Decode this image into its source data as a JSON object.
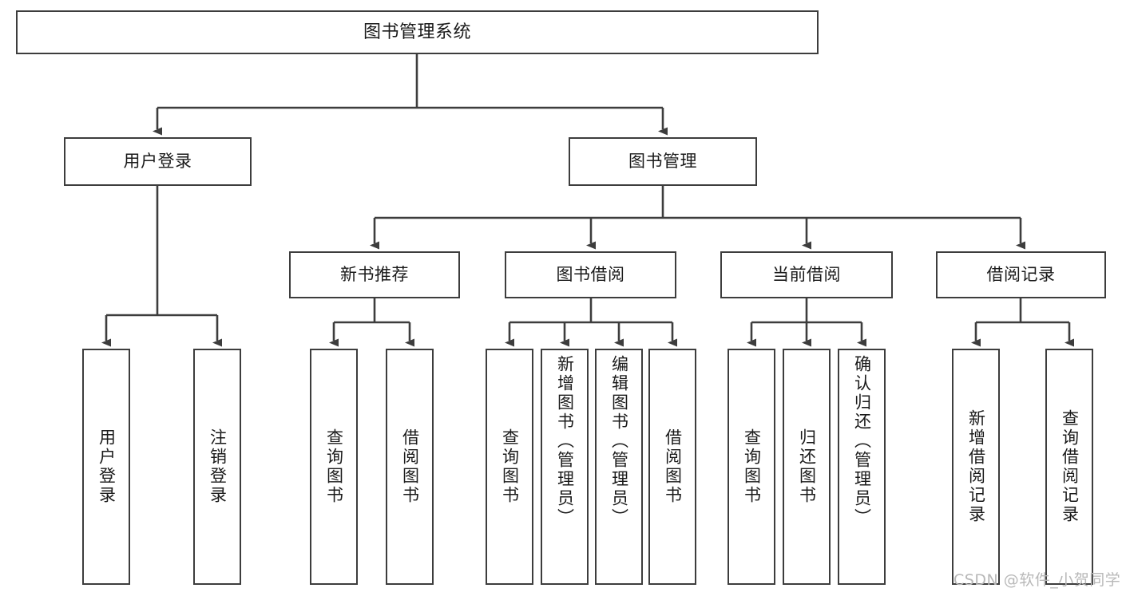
{
  "diagram": {
    "title": "图书管理系统",
    "type": "tree-hierarchy-chart",
    "root": {
      "label": "图书管理系统"
    },
    "level2": [
      {
        "label": "用户登录"
      },
      {
        "label": "图书管理"
      }
    ],
    "level3": [
      {
        "label": "新书推荐"
      },
      {
        "label": "图书借阅"
      },
      {
        "label": "当前借阅"
      },
      {
        "label": "借阅记录"
      }
    ],
    "leaves": {
      "user_login": [
        {
          "label": "用户登录"
        },
        {
          "label": "注销登录"
        }
      ],
      "new_book_recommend": [
        {
          "label": "查询图书"
        },
        {
          "label": "借阅图书"
        }
      ],
      "book_borrow": [
        {
          "label": "查询图书"
        },
        {
          "label": "新增图书（管理员）"
        },
        {
          "label": "编辑图书（管理员）"
        },
        {
          "label": "借阅图书"
        }
      ],
      "current_borrow": [
        {
          "label": "查询图书"
        },
        {
          "label": "归还图书"
        },
        {
          "label": "确认归还（管理员）"
        }
      ],
      "borrow_record": [
        {
          "label": "新增借阅记录"
        },
        {
          "label": "查询借阅记录"
        }
      ]
    }
  },
  "watermark": {
    "text": "CSDN @软件_小贺同学"
  },
  "colors": {
    "border": "#3d3d3d",
    "text": "#1a1a1a",
    "background": "#ffffff",
    "watermark": "#b8b8b8"
  }
}
